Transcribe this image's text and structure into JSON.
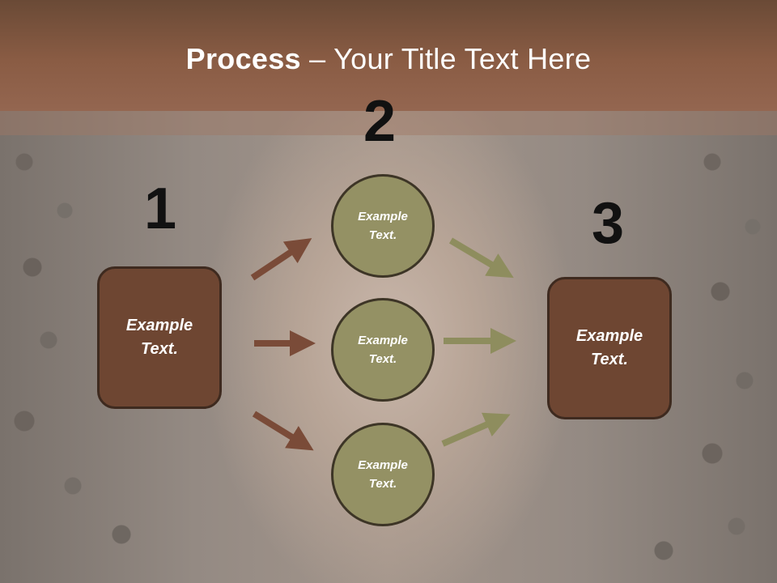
{
  "slide": {
    "title_bold": "Process",
    "title_rest": " – Your Title Text Here"
  },
  "steps": {
    "step1": {
      "number": "1",
      "box_line1": "Example",
      "box_line2": "Text."
    },
    "step2": {
      "number": "2",
      "circles": [
        {
          "line1": "Example",
          "line2": "Text."
        },
        {
          "line1": "Example",
          "line2": "Text."
        },
        {
          "line1": "Example",
          "line2": "Text."
        }
      ]
    },
    "step3": {
      "number": "3",
      "box_line1": "Example",
      "box_line2": "Text."
    }
  },
  "colors": {
    "header": "#8a5c44",
    "box_fill": "#6e4632",
    "circle_fill": "#949164",
    "arrow_brown": "#7a4b38",
    "arrow_olive": "#8e8d5e"
  }
}
